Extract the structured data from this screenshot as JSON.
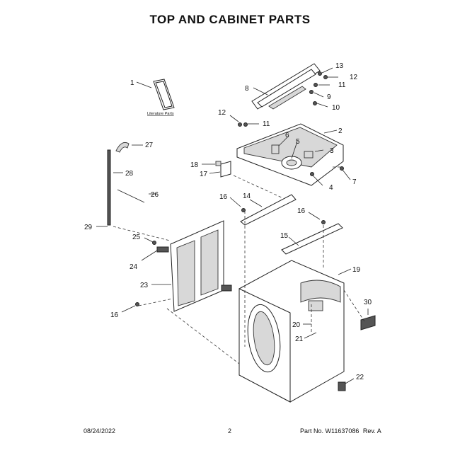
{
  "title": "TOP AND CABINET PARTS",
  "literature_label": "Literature Parts",
  "callouts": {
    "c1": "1",
    "c2": "2",
    "c3": "3",
    "c4": "4",
    "c5": "5",
    "c6": "6",
    "c7": "7",
    "c8": "8",
    "c9": "9",
    "c10": "10",
    "c11a": "11",
    "c11b": "11",
    "c12a": "12",
    "c12b": "12",
    "c13": "13",
    "c14": "14",
    "c15": "15",
    "c16a": "16",
    "c16b": "16",
    "c16c": "16",
    "c17": "17",
    "c18": "18",
    "c19": "19",
    "c20": "20",
    "c21": "21",
    "c22": "22",
    "c23": "23",
    "c24": "24",
    "c25": "25",
    "c26": "26",
    "c27": "27",
    "c28": "28",
    "c29": "29",
    "c30": "30"
  },
  "footer": {
    "date": "08/24/2022",
    "page": "2",
    "part_label": "Part No.",
    "part_no": "W11637086",
    "rev_label": "Rev.",
    "rev": "A"
  }
}
